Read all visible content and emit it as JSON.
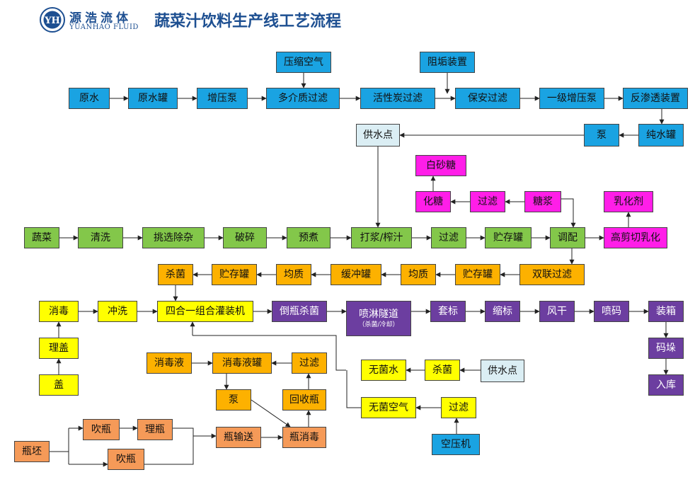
{
  "header": {
    "logo_text": "源浩流体",
    "logo_en": "YUANHAO FLUID",
    "logo_mark": "YH",
    "title": "蔬菜汁饮料生产线工艺流程"
  },
  "colors": {
    "water": "#1aa3e2",
    "supply": "#dbeef4",
    "sugar": "#ff1ee8",
    "process": "#83c74a",
    "storage": "#fdb100",
    "cap": "#ffff00",
    "packing": "#6c3ea0",
    "bottle": "#f59a58",
    "title": "#1d4f91"
  },
  "nodes": {
    "raw_water": "原水",
    "raw_water_tank": "原水罐",
    "booster_pump": "增压泵",
    "compressed_air": "压缩空气",
    "multimedia_filter": "多介质过滤",
    "carbon_filter": "活性炭过滤",
    "scale_inhibitor": "阻垢装置",
    "security_filter": "保安过滤",
    "stage1_pump": "一级增压泵",
    "ro_unit": "反渗透装置",
    "pure_water_tank": "纯水罐",
    "water_pump": "泵",
    "supply_point": "供水点",
    "white_sugar": "白砂糖",
    "sugar_melting": "化糖",
    "sugar_filter": "过滤",
    "syrup": "糖浆",
    "emulsifier": "乳化剂",
    "vegetables": "蔬菜",
    "washing": "清洗",
    "sorting": "挑选除杂",
    "crushing": "破碎",
    "precooking": "预煮",
    "pulping": "打浆/榨汁",
    "juice_filter": "过滤",
    "juice_storage": "贮存罐",
    "blending": "调配",
    "homogenizing_shear": "高剪切乳化",
    "sterilize_1": "杀菌",
    "storage_2": "贮存罐",
    "homogenize_1": "均质",
    "buffer_tank": "缓冲罐",
    "homogenize_2": "均质",
    "storage_3": "贮存罐",
    "duplex_filter": "双联过滤",
    "disinfect_cap": "消毒",
    "rinse": "冲洗",
    "filling_machine": "四合一组合灌装机",
    "invert_sterilize": "倒瓶杀菌",
    "spray_tunnel": "喷淋隧道",
    "spray_tunnel_note": "（杀菌/冷却）",
    "sleeve_label": "套标",
    "shrink_label": "缩标",
    "air_dry": "风干",
    "coding": "喷码",
    "boxing": "装箱",
    "cap_sorting": "理盖",
    "caps": "盖",
    "palletizing": "码垛",
    "warehouse": "入库",
    "disinfectant": "消毒液",
    "disinfectant_tank": "消毒液罐",
    "recycle_filter": "过滤",
    "sterile_water": "无菌水",
    "sterilize_2": "杀菌",
    "supply_point_2": "供水点",
    "disinfect_pump": "泵",
    "recycle_bottle": "回收瓶",
    "sterile_air": "无菌空气",
    "air_filter": "过滤",
    "air_compressor": "空压机",
    "blow_bottle_1": "吹瓶",
    "bottle_sorting": "理瓶",
    "bottle_conveying": "瓶输送",
    "preform": "瓶坯",
    "bottle_disinfect": "瓶消毒",
    "blow_bottle_2": "吹瓶"
  }
}
